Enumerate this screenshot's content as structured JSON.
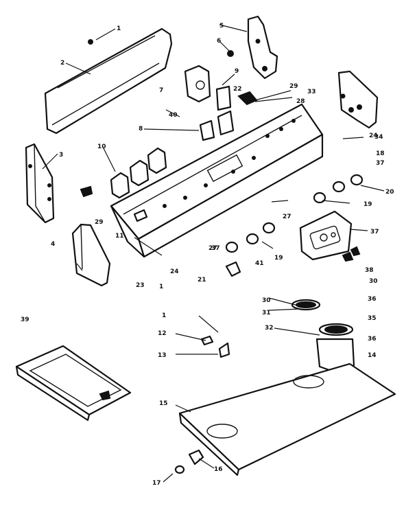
{
  "callouts": [
    {
      "id": "c1a",
      "text": "1"
    },
    {
      "id": "c2",
      "text": "2"
    },
    {
      "id": "c3",
      "text": "3"
    },
    {
      "id": "c4",
      "text": "4"
    },
    {
      "id": "c5",
      "text": "5"
    },
    {
      "id": "c6",
      "text": "6"
    },
    {
      "id": "c7",
      "text": "7"
    },
    {
      "id": "c8",
      "text": "8"
    },
    {
      "id": "c9",
      "text": "9"
    },
    {
      "id": "c10",
      "text": "10"
    },
    {
      "id": "c11",
      "text": "11"
    },
    {
      "id": "c12",
      "text": "12"
    },
    {
      "id": "c13",
      "text": "13"
    },
    {
      "id": "c14",
      "text": "14"
    },
    {
      "id": "c15",
      "text": "15"
    },
    {
      "id": "c16",
      "text": "16"
    },
    {
      "id": "c17",
      "text": "17"
    },
    {
      "id": "c18",
      "text": "18"
    },
    {
      "id": "c19a",
      "text": "19"
    },
    {
      "id": "c19b",
      "text": "19"
    },
    {
      "id": "c20",
      "text": "20"
    },
    {
      "id": "c21",
      "text": "21"
    },
    {
      "id": "c22",
      "text": "22"
    },
    {
      "id": "c23",
      "text": "23"
    },
    {
      "id": "c24a",
      "text": "24"
    },
    {
      "id": "c24b",
      "text": "24"
    },
    {
      "id": "c27a",
      "text": "27"
    },
    {
      "id": "c27b",
      "text": "27"
    },
    {
      "id": "c28",
      "text": "28"
    },
    {
      "id": "c29a",
      "text": "29"
    },
    {
      "id": "c29b",
      "text": "29"
    },
    {
      "id": "c30a",
      "text": "30"
    },
    {
      "id": "c30b",
      "text": "30"
    },
    {
      "id": "c31",
      "text": "31"
    },
    {
      "id": "c32",
      "text": "32"
    },
    {
      "id": "c33",
      "text": "33"
    },
    {
      "id": "c34",
      "text": "34"
    },
    {
      "id": "c35",
      "text": "35"
    },
    {
      "id": "c36a",
      "text": "36"
    },
    {
      "id": "c36b",
      "text": "36"
    },
    {
      "id": "c37a",
      "text": "37"
    },
    {
      "id": "c37b",
      "text": "37"
    },
    {
      "id": "c37c",
      "text": "37"
    },
    {
      "id": "c38",
      "text": "38"
    },
    {
      "id": "c39",
      "text": "39"
    },
    {
      "id": "c40",
      "text": "40"
    },
    {
      "id": "c41",
      "text": "41"
    },
    {
      "id": "c1b",
      "text": "1"
    },
    {
      "id": "c1c",
      "text": "1"
    }
  ]
}
